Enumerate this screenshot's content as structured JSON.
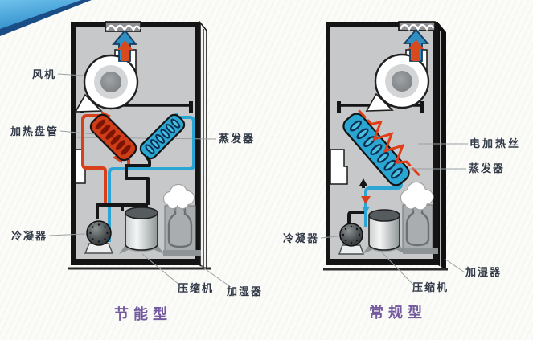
{
  "slide": {
    "description": "Schematic comparison of two dehumidifier / air-handling unit types",
    "decoration": "corner-swoosh"
  },
  "units": [
    {
      "id": "energy-saving",
      "title": "节能型",
      "labels": {
        "fan": "风机",
        "heating_coil": "加热盘管",
        "evaporator": "蒸发器",
        "condenser": "冷凝器",
        "compressor": "压缩机",
        "humidifier": "加湿器"
      }
    },
    {
      "id": "conventional",
      "title": "常规型",
      "labels": {
        "electric_heater": "电加热丝",
        "evaporator": "蒸发器",
        "condenser": "冷凝器",
        "compressor": "压缩机",
        "humidifier": "加湿器"
      }
    }
  ],
  "colors": {
    "hot_pipe": "#d8401c",
    "cold_pipe": "#2ba6d4",
    "hot_coil": "#cf3d18",
    "cold_coil": "#2aa6d2",
    "cabinet_interior": "#c7c8ca",
    "cabinet_frame": "#141414",
    "title_purple": "#745a9e",
    "label_text": "#323a47",
    "swoosh_light_blue": "#5fb7e8",
    "swoosh_dark_blue": "#1a4c86"
  }
}
